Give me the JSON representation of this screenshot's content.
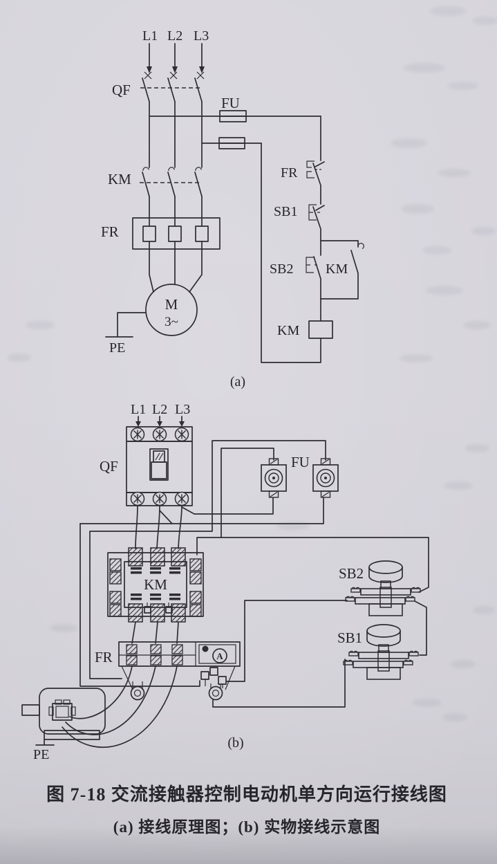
{
  "caption": {
    "line1": "图 7-18  交流接触器控制电动机单方向运行接线图",
    "line2": "(a) 接线原理图；(b) 实物接线示意图"
  },
  "schematic": {
    "tag": "(a)",
    "l1": "L1",
    "l2": "L2",
    "l3": "L3",
    "qf": "QF",
    "fu": "FU",
    "km": "KM",
    "fr": "FR",
    "motor_m": "M",
    "motor_ph": "3~",
    "pe": "PE",
    "fr_contact": "FR",
    "sb1": "SB1",
    "sb2": "SB2",
    "km_aux": "KM",
    "km_coil": "KM"
  },
  "wiring": {
    "tag": "(b)",
    "l1": "L1",
    "l2": "L2",
    "l3": "L3",
    "qf": "QF",
    "fu": "FU",
    "km": "KM",
    "fr": "FR",
    "ammeter": "A",
    "sb2": "SB2",
    "sb1": "SB1",
    "pe": "PE"
  },
  "colors": {
    "paper": "#d6d4db",
    "ink": "#2e2d33"
  }
}
